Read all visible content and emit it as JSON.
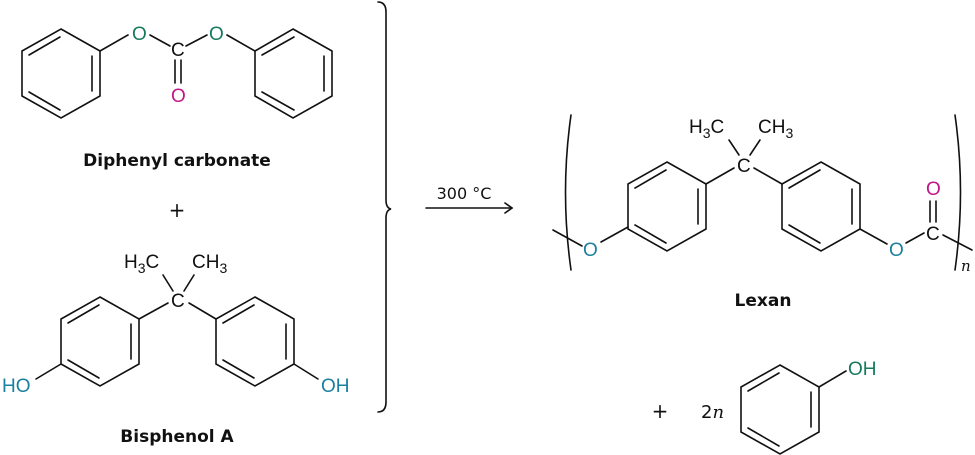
{
  "colors": {
    "ester_oxygen": "#167a5c",
    "carbonyl_oxygen": "#c0168a",
    "hydroxyl_oxygen": "#1a7fa0",
    "phenol_oh": "#167a5c",
    "bond": "#111111"
  },
  "reactants": {
    "diphenyl_carbonate": {
      "name": "Diphenyl carbonate",
      "atoms": {
        "o_left": "O",
        "c_center": "C",
        "o_right": "O",
        "o_carbonyl": "O"
      }
    },
    "plus": "+",
    "bisphenol_a": {
      "name": "Bisphenol A",
      "atoms": {
        "h3c": "H",
        "h3c_sub": "3",
        "h3c_c": "C",
        "ch3_c": "CH",
        "ch3_sub": "3",
        "c_center": "C",
        "ho_left": "HO",
        "oh_right": "OH"
      }
    }
  },
  "conditions": {
    "temperature": "300 °C"
  },
  "products": {
    "lexan": {
      "name": "Lexan",
      "atoms": {
        "h3c": "H",
        "h3c_sub": "3",
        "h3c_c": "C",
        "ch3_c": "CH",
        "ch3_sub": "3",
        "c_center": "C",
        "o_left": "O",
        "o_right": "O",
        "c_carbonyl": "C",
        "o_carbonyl": "O"
      },
      "repeat_subscript": "n"
    },
    "plus": "+",
    "coefficient": "2",
    "coefficient_var": "n",
    "phenol": {
      "atoms": {
        "oh": "OH"
      }
    }
  }
}
